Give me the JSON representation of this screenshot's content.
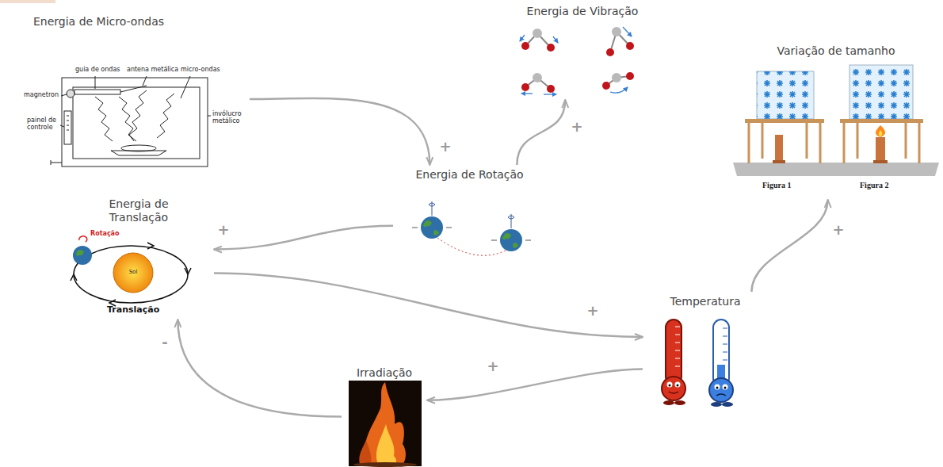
{
  "diagram": {
    "nodes": [
      {
        "text": [
          "Energia de Micro-ondas"
        ]
      },
      {
        "text": [
          "Energia de Vibração"
        ]
      },
      {
        "text": [
          "Variação de tamanho"
        ]
      },
      {
        "text": [
          "Energia de Rotação"
        ]
      },
      {
        "text": [
          "Energia de Translação"
        ]
      },
      {
        "text": [
          "Temperatura"
        ]
      },
      {
        "text": [
          "Irradiação"
        ]
      }
    ],
    "edges": [
      {
        "from": 0,
        "to": 3,
        "arrow": "to",
        "label": "+"
      },
      {
        "from": 3,
        "to": 1,
        "arrow": "to",
        "label": "+"
      },
      {
        "from": 3,
        "to": 4,
        "arrow": "to",
        "label": "+"
      },
      {
        "from": 4,
        "to": 5,
        "arrow": "to",
        "label": "+"
      },
      {
        "from": 5,
        "to": 2,
        "arrow": "to",
        "label": "+"
      },
      {
        "from": 5,
        "to": 6,
        "arrow": "to",
        "label": "+"
      },
      {
        "from": 6,
        "to": 4,
        "arrow": "to",
        "label": "-"
      }
    ],
    "labels": [
      "guia de ondas",
      "antena metálica",
      "micro-ondas",
      "magnetron",
      "painel de controle",
      "invólucro metálico",
      "Rotação",
      "Sol",
      "Translação",
      "Figura 1",
      "Figura 2"
    ]
  }
}
